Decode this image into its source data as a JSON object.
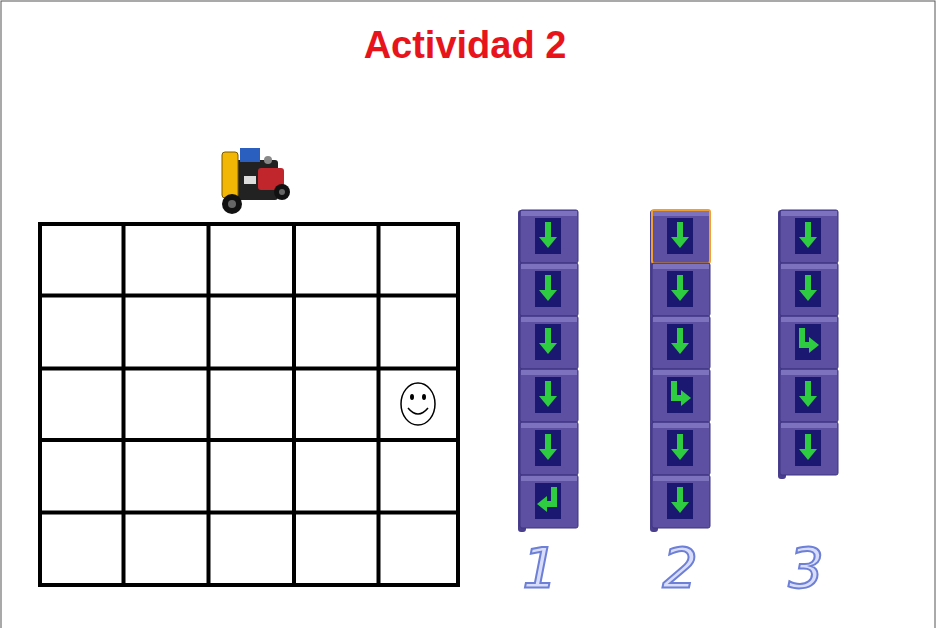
{
  "diagram": {
    "title": "Actividad 2",
    "labels": [
      "1",
      "2",
      "3"
    ]
  }
}
